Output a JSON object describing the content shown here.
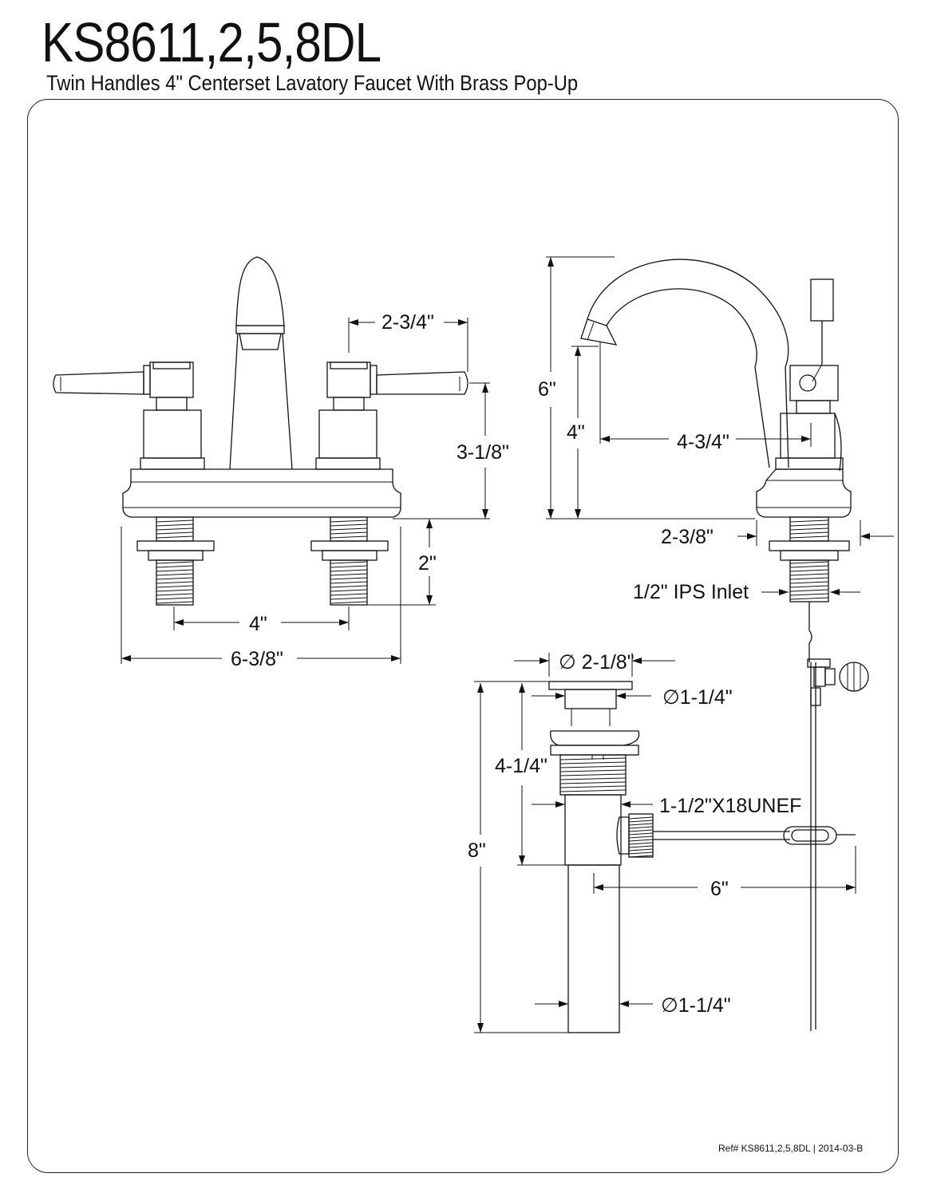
{
  "header": {
    "model": "KS8611,2,5,8DL",
    "subtitle": "Twin Handles 4\" Centerset Lavatory Faucet With Brass Pop-Up"
  },
  "dimensions": {
    "handle_offset": "2-3/4\"",
    "handle_height": "3-1/8\"",
    "shank_length": "2\"",
    "center_spacing": "4\"",
    "overall_width": "6-3/8\"",
    "faucet_height": "6\"",
    "spout_height": "4\"",
    "spout_reach": "4-3/4\"",
    "base_depth": "2-3/8\"",
    "inlet": "1/2\" IPS Inlet",
    "drain_flange_dia": "∅ 2-1/8\"",
    "drain_stopper_dia": "∅1-1/4\"",
    "drain_body_length": "4-1/4\"",
    "drain_thread": "1-1/2\"X18UNEF",
    "drain_total_length": "8\"",
    "lift_rod_length": "6\"",
    "tailpiece_dia": "∅1-1/4\""
  },
  "footer": {
    "ref": "Ref# KS8611,2,5,8DL | 2014-03-B"
  }
}
